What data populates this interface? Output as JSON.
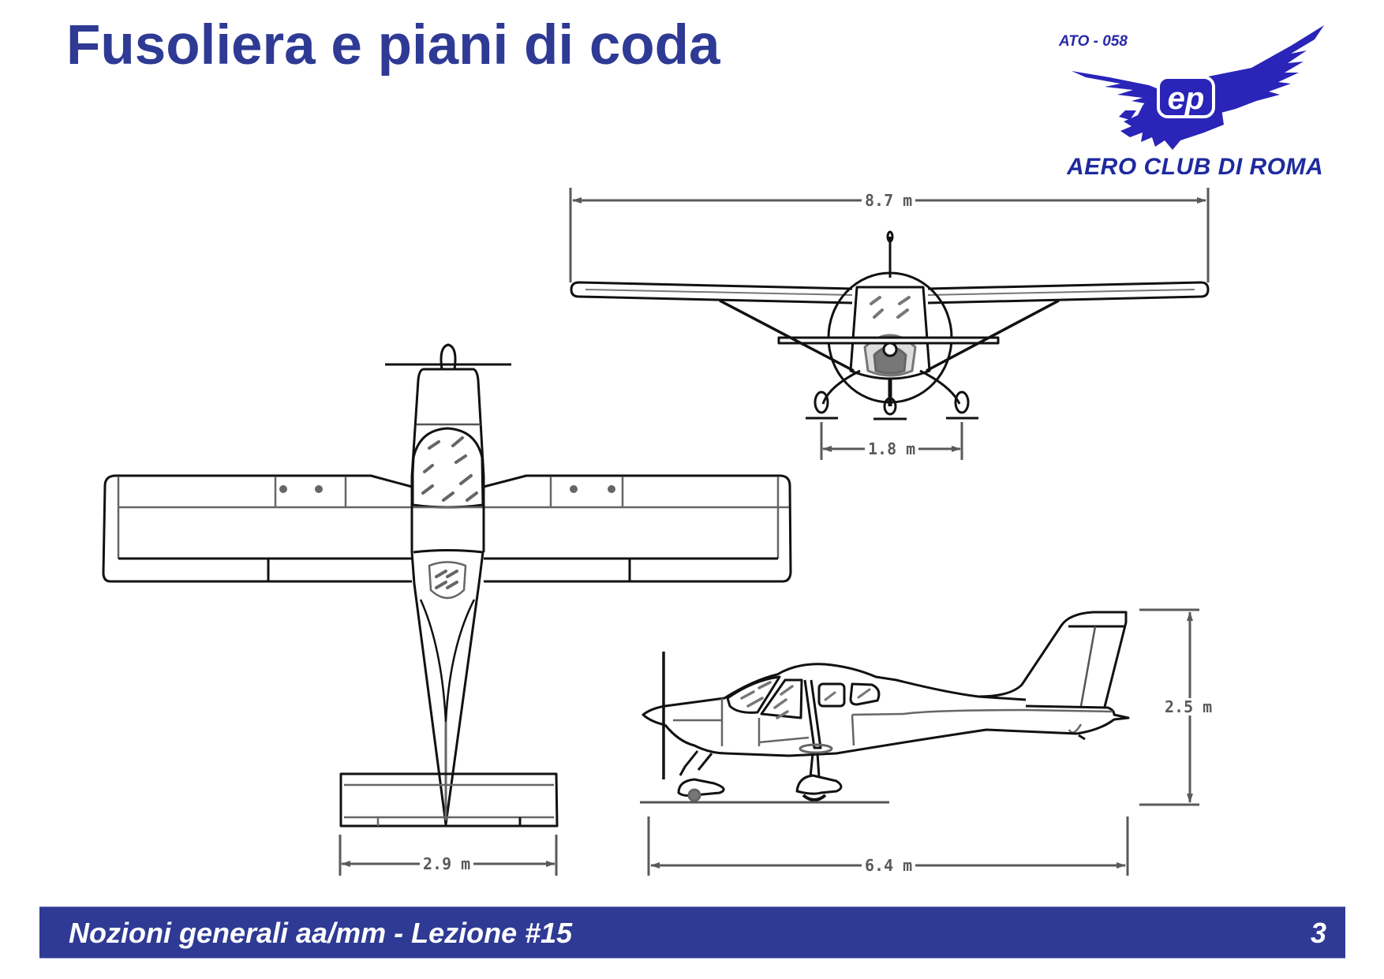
{
  "slide": {
    "title": "Fusoliera e piani di coda",
    "colors": {
      "title": "#2e3a94",
      "footer_bg": "#2e3a94",
      "logo_blue": "#2a24b8",
      "dimension_gray": "#5a5a5a"
    }
  },
  "logo": {
    "code": "ATO - 058",
    "emblem": "ep",
    "name": "AERO CLUB DI ROMA",
    "icon": "eagle-icon"
  },
  "drawing": {
    "views": [
      "top-view",
      "front-view",
      "side-view"
    ],
    "dimensions": {
      "wingspan": "8.7 m",
      "wheel_track": "1.8 m",
      "tailplane_span": "2.9 m",
      "length": "6.4 m",
      "height": "2.5 m"
    }
  },
  "footer": {
    "lesson": "Nozioni generali aa/mm - Lezione #15",
    "page_number": "3"
  }
}
